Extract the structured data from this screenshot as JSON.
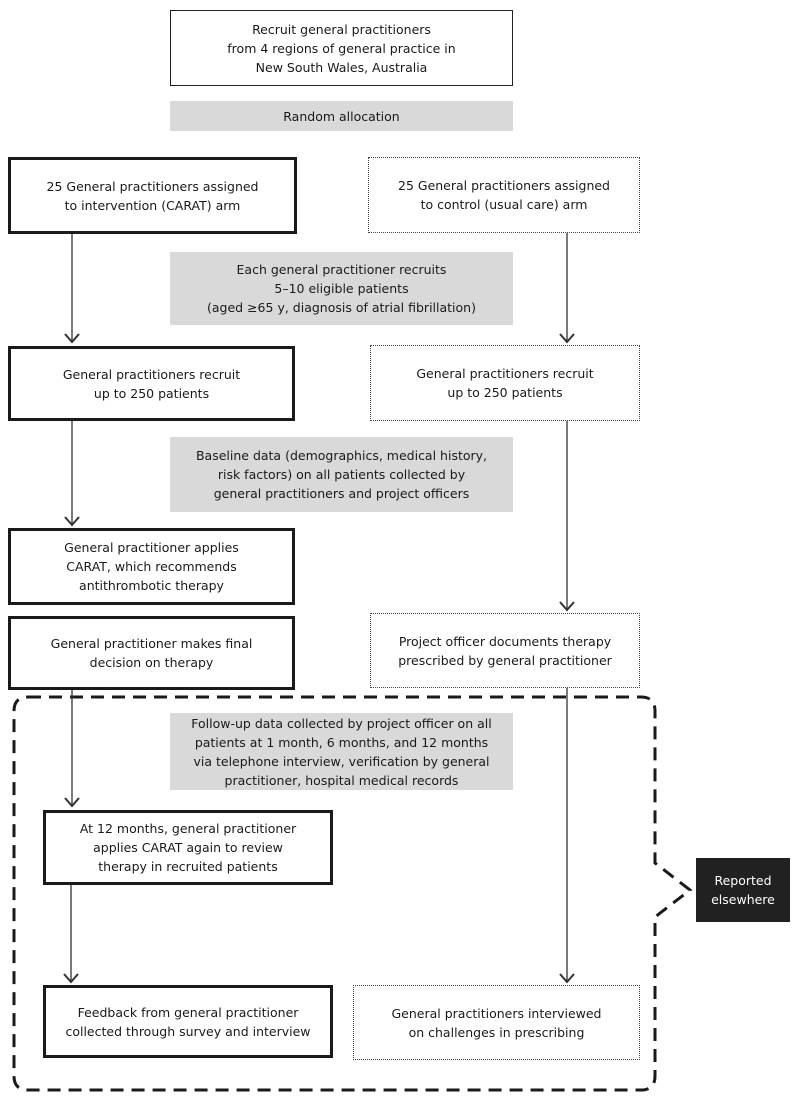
{
  "nodes": {
    "recruit_gps": "Recruit general practitioners\nfrom 4 regions of general practice in\nNew South Wales, Australia",
    "random_allocation": "Random allocation",
    "intervention_assigned": "25 General practitioners assigned\nto intervention (CARAT) arm",
    "control_assigned": "25 General practitioners assigned\nto control (usual care) arm",
    "each_gp_recruits": "Each general practitioner recruits\n5–10 eligible patients\n(aged ≥65 y, diagnosis of atrial fibrillation)",
    "intervention_recruit": "General practitioners recruit\nup to 250 patients",
    "control_recruit": "General practitioners recruit\nup to 250 patients",
    "baseline_data": "Baseline data (demographics, medical history,\nrisk factors) on all patients collected by\ngeneral practitioners and project officers",
    "gp_applies_carat": "General practitioner applies\nCARAT, which recommends\nantithrombotic therapy",
    "gp_final_decision": "General practitioner makes final\ndecision on therapy",
    "project_officer_documents": "Project officer documents therapy\nprescribed by general practitioner",
    "followup_data": "Follow-up data collected by project officer on all\npatients at 1 month, 6 months, and 12 months\nvia telephone interview, verification by general\npractitioner, hospital medical records",
    "at_12_months": "At 12 months, general practitioner\napplies CARAT again to review\ntherapy in recruited patients",
    "feedback_survey": "Feedback from general practitioner\ncollected through survey and interview",
    "gp_interviewed": "General practitioners interviewed\non challenges in prescribing",
    "reported_elsewhere": "Reported\nelsewhere"
  },
  "colors": {
    "gray_fill": "#d9d9d9",
    "solid_border": "#1a1a1a",
    "reported_elsewhere_bg": "#212121",
    "reported_elsewhere_text": "#ffffff"
  }
}
